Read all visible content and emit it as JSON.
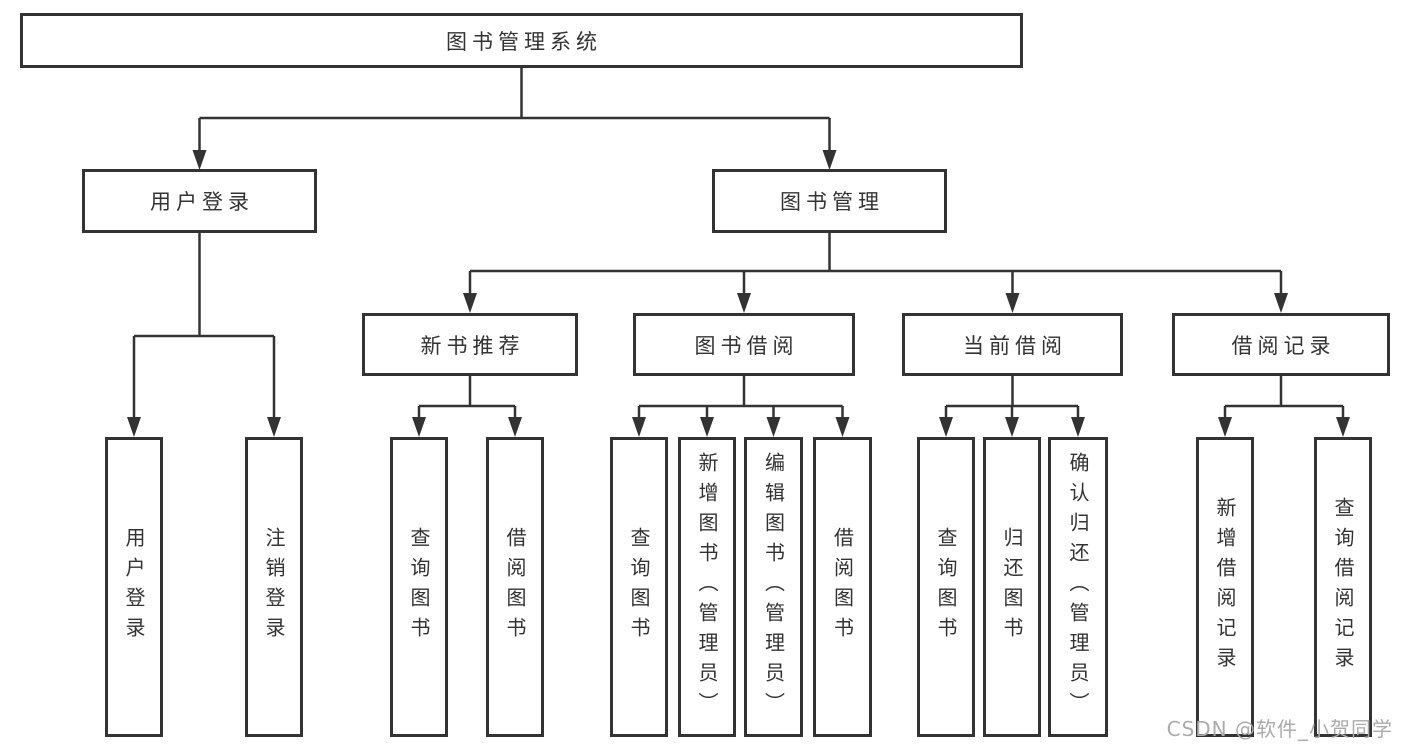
{
  "diagram_title": "图书管理系统",
  "nodes": {
    "root": "图书管理系统",
    "l2": [
      "用户登录",
      "图书管理"
    ],
    "l3": [
      "新书推荐",
      "图书借阅",
      "当前借阅",
      "借阅记录"
    ],
    "leaves": [
      "用户登录",
      "注销登录",
      "查询图书",
      "借阅图书",
      "查询图书",
      "新增图书（管理员）",
      "编辑图书（管理员）",
      "借阅图书",
      "查询图书",
      "归还图书",
      "确认归还（管理员）",
      "新增借阅记录",
      "查询借阅记录"
    ]
  },
  "watermark": "CSDN @软件_小贺同学",
  "colors": {
    "line": "#333333",
    "box_border": "#333333",
    "text": "#333333",
    "background": "#ffffff",
    "watermark_text": "#ababab"
  }
}
